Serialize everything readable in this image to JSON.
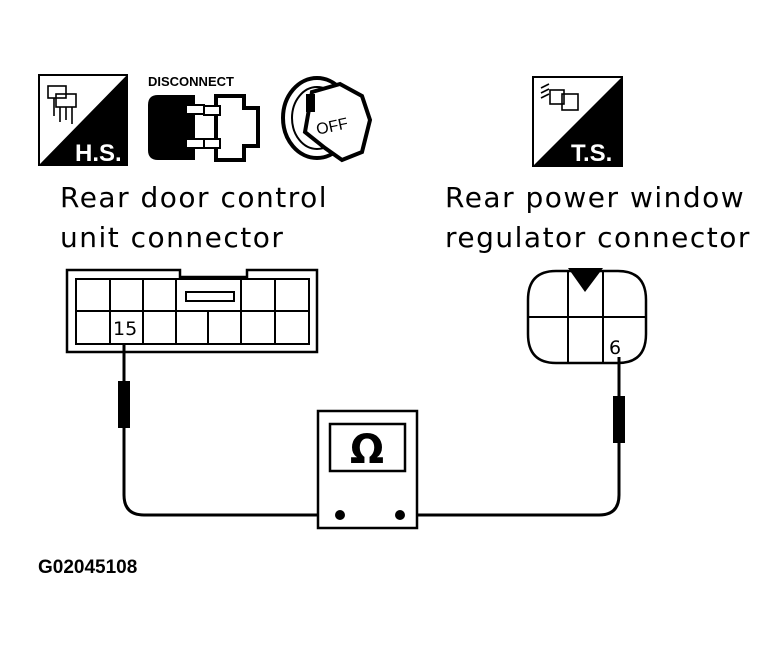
{
  "icons": {
    "hs_badge": "H.S.",
    "ts_badge": "T.S.",
    "disconnect_label": "DISCONNECT",
    "ignition_label": "OFF"
  },
  "connectors": {
    "left": {
      "label_line1": "Rear door control",
      "label_line2": "unit connector",
      "pin": "15"
    },
    "right": {
      "label_line1": "Rear power window",
      "label_line2": "regulator connector",
      "pin": "6"
    }
  },
  "meter": {
    "symbol": "Ω"
  },
  "figure_code": "G02045108"
}
